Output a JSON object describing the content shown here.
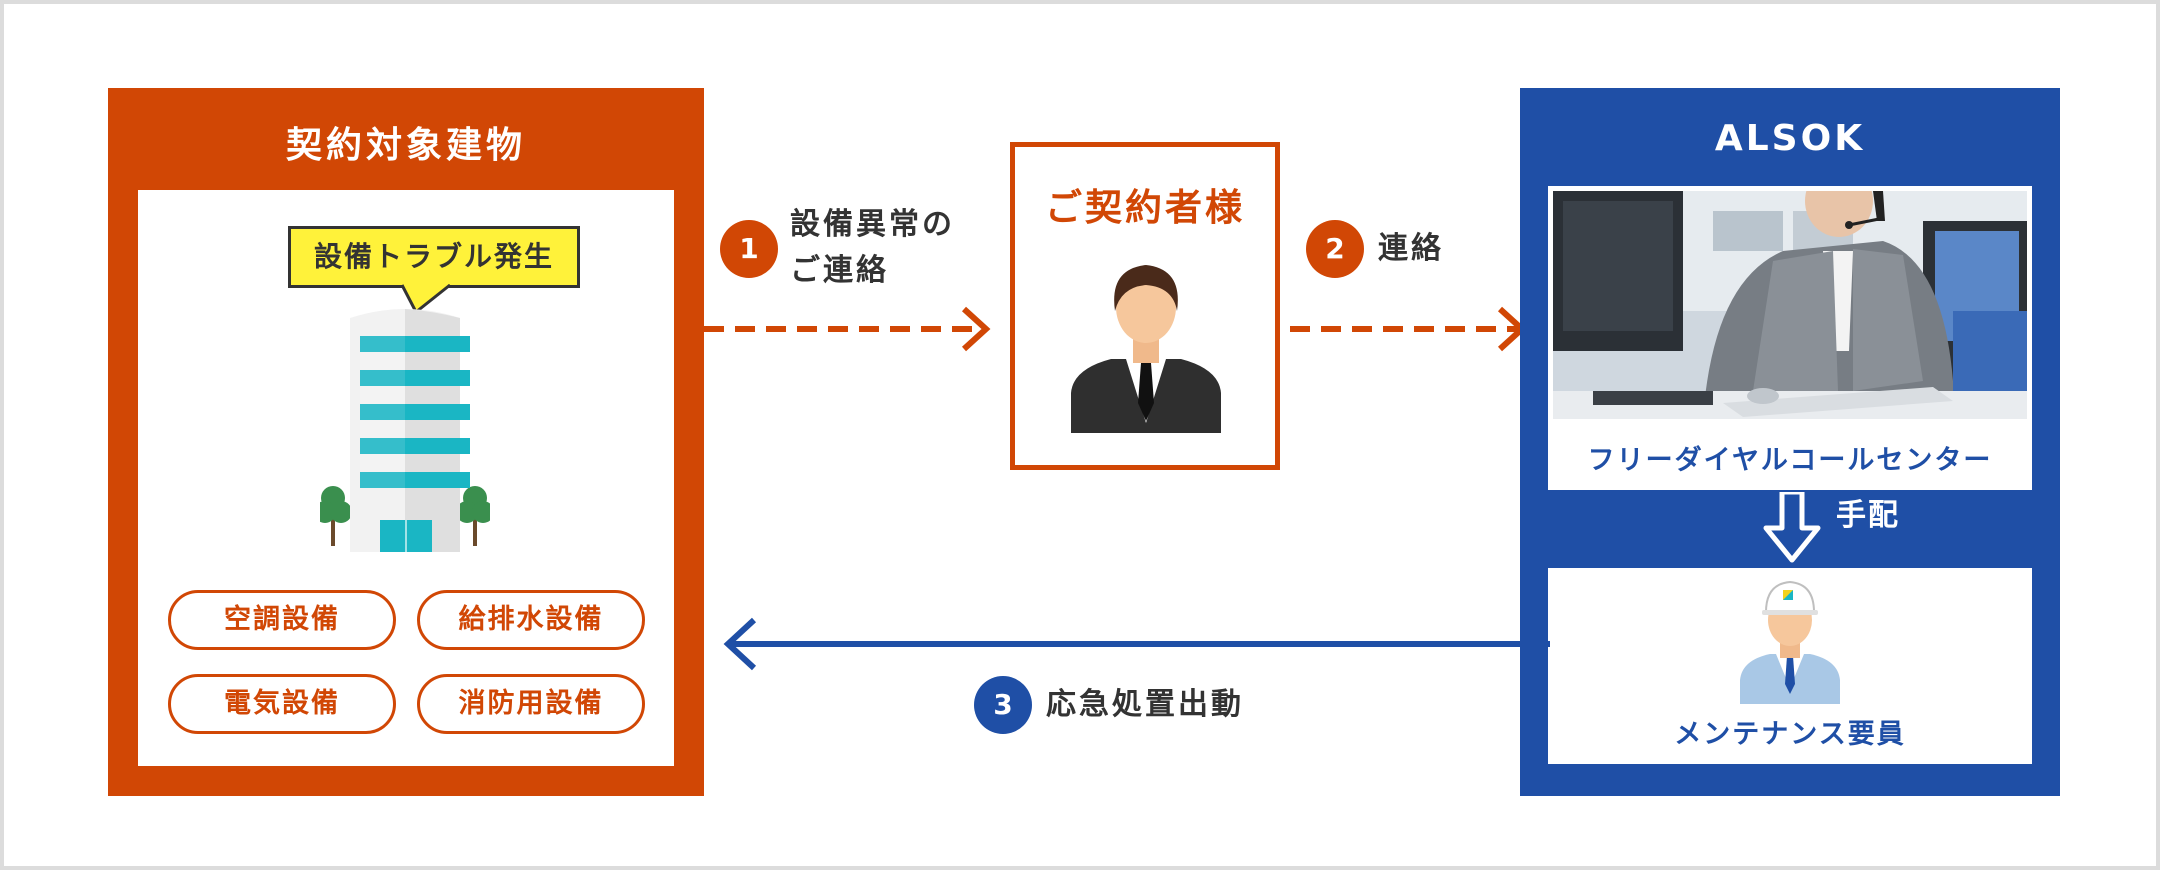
{
  "building_panel": {
    "title": "契約対象建物",
    "bubble": "設備トラブル発生",
    "equipment": [
      "空調設備",
      "給排水設備",
      "電気設備",
      "消防用設備"
    ]
  },
  "steps": [
    {
      "number": "1",
      "lines": [
        "設備異常の",
        "ご連絡"
      ]
    },
    {
      "number": "2",
      "lines": [
        "連絡"
      ]
    },
    {
      "number": "3",
      "lines": [
        "応急処置出動"
      ]
    }
  ],
  "contractor": {
    "title": "ご契約者様"
  },
  "alsok_panel": {
    "title": "ALSOK",
    "call_center": "フリーダイヤルコールセンター",
    "dispatch": "手配",
    "maintenance": "メンテナンス要員"
  },
  "colors": {
    "orange": "#d14705",
    "blue": "#1f4fa6",
    "bubble_yellow": "#fff23a",
    "teal": "#1ab6c4"
  }
}
